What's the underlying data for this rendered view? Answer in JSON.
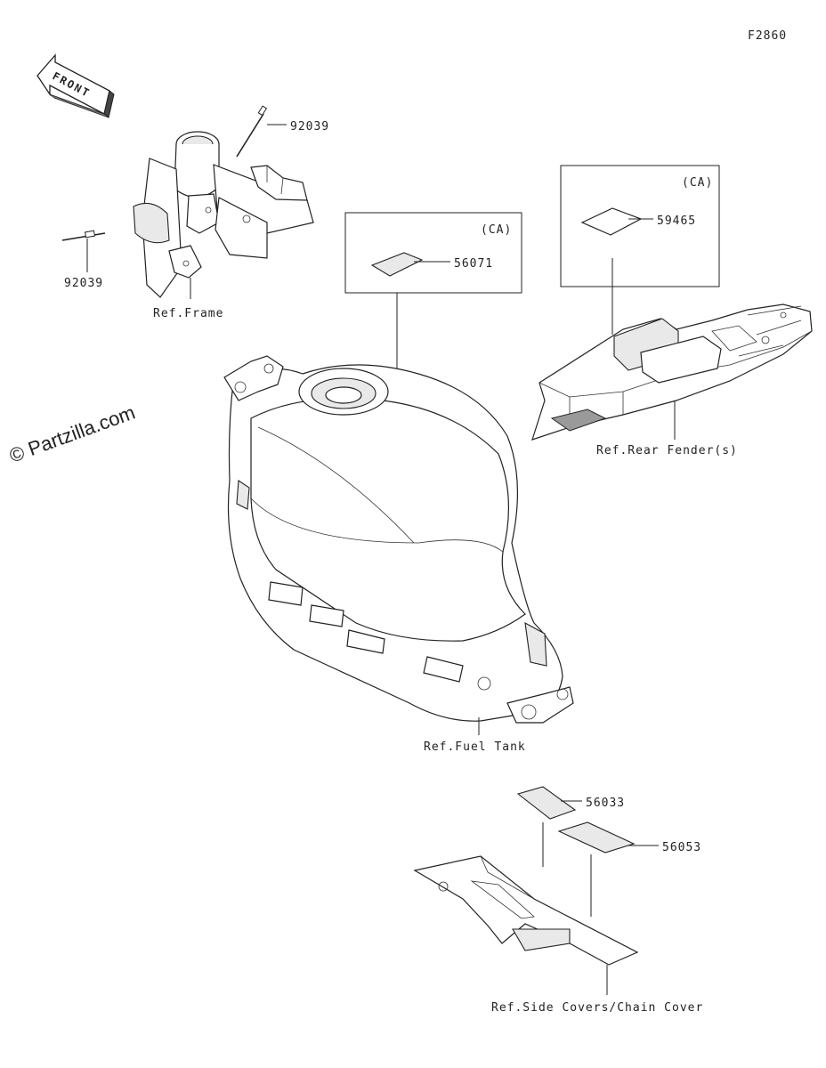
{
  "figure_code": "F2860",
  "front_arrow_label": "FRONT",
  "watermark": "© Partzilla.com",
  "ca_label": "(CA)",
  "parts": {
    "rivet_top": "92039",
    "rivet_left": "92039",
    "label_56071": "56071",
    "label_59465": "59465",
    "label_56033": "56033",
    "label_56053": "56053"
  },
  "references": {
    "frame": "Ref.Frame",
    "fuel_tank": "Ref.Fuel Tank",
    "rear_fender": "Ref.Rear Fender(s)",
    "side_covers": "Ref.Side Covers/Chain Cover"
  },
  "colors": {
    "ink": "#222222",
    "background": "#ffffff",
    "label_fill": "#e9e9e9",
    "dark_fill": "#9a9a9a"
  }
}
